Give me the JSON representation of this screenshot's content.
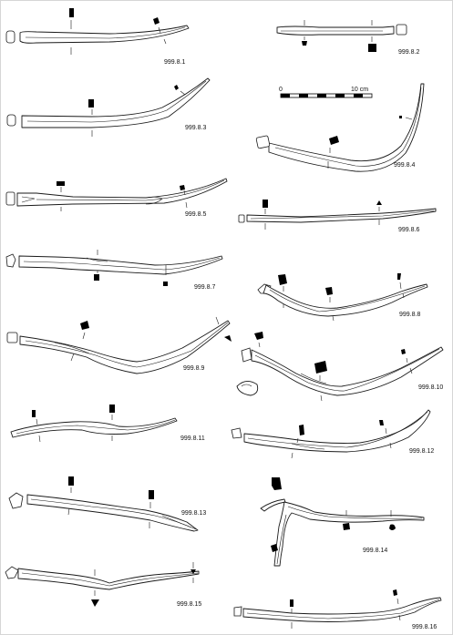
{
  "plate": {
    "scale_bar": {
      "start_label": "0",
      "end_label": "10 cm"
    },
    "artifacts": [
      {
        "id": "a1",
        "label": "999.8.1"
      },
      {
        "id": "a2",
        "label": "999.8.2"
      },
      {
        "id": "a3",
        "label": "999.8.3"
      },
      {
        "id": "a4",
        "label": "999.8.4"
      },
      {
        "id": "a5",
        "label": "999.8.5"
      },
      {
        "id": "a6",
        "label": "999.8.6"
      },
      {
        "id": "a7",
        "label": "999.8.7"
      },
      {
        "id": "a8",
        "label": "999.8.8"
      },
      {
        "id": "a9",
        "label": "999.8.9"
      },
      {
        "id": "a10",
        "label": "999.8.10"
      },
      {
        "id": "a11",
        "label": "999.8.11"
      },
      {
        "id": "a12",
        "label": "999.8.12"
      },
      {
        "id": "a13",
        "label": "999.8.13"
      },
      {
        "id": "a14",
        "label": "999.8.14"
      },
      {
        "id": "a15",
        "label": "999.8.15"
      },
      {
        "id": "a16",
        "label": "999.8.16"
      }
    ]
  }
}
